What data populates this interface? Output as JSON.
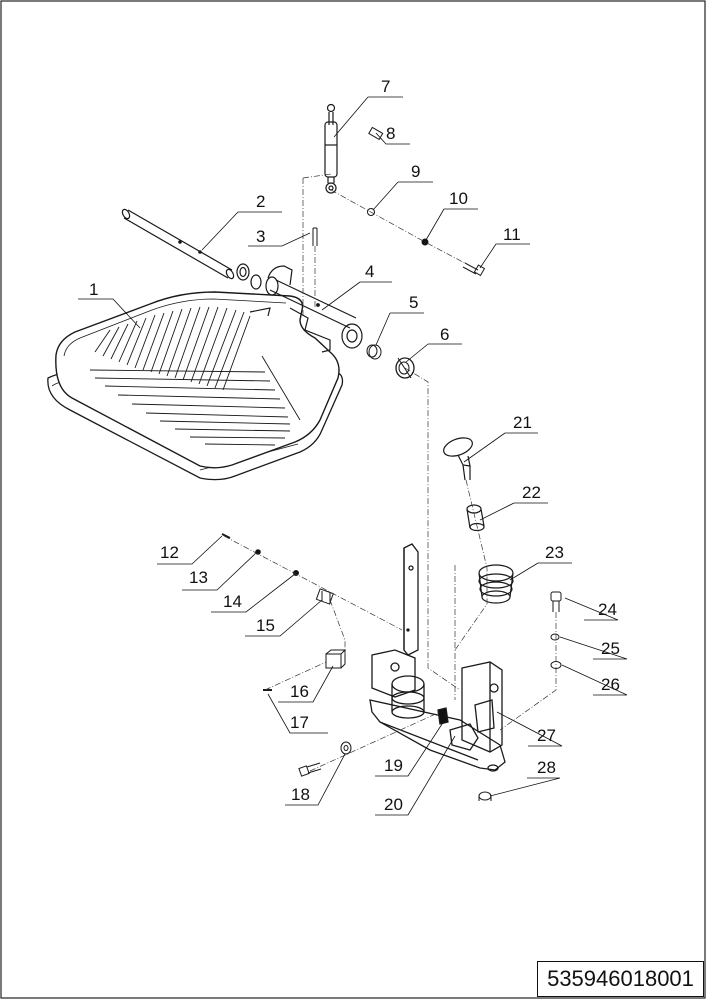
{
  "labels": {
    "p1": "1",
    "p2": "2",
    "p3": "3",
    "p4": "4",
    "p5": "5",
    "p6": "6",
    "p7": "7",
    "p8": "8",
    "p9": "9",
    "p10": "10",
    "p11": "11",
    "p12": "12",
    "p13": "13",
    "p14": "14",
    "p15": "15",
    "p16": "16",
    "p17": "17",
    "p18": "18",
    "p19": "19",
    "p20": "20",
    "p21": "21",
    "p22": "22",
    "p23": "23",
    "p24": "24",
    "p25": "25",
    "p26": "26",
    "p27": "27",
    "p28": "28"
  },
  "drawing_number": "535946018001"
}
